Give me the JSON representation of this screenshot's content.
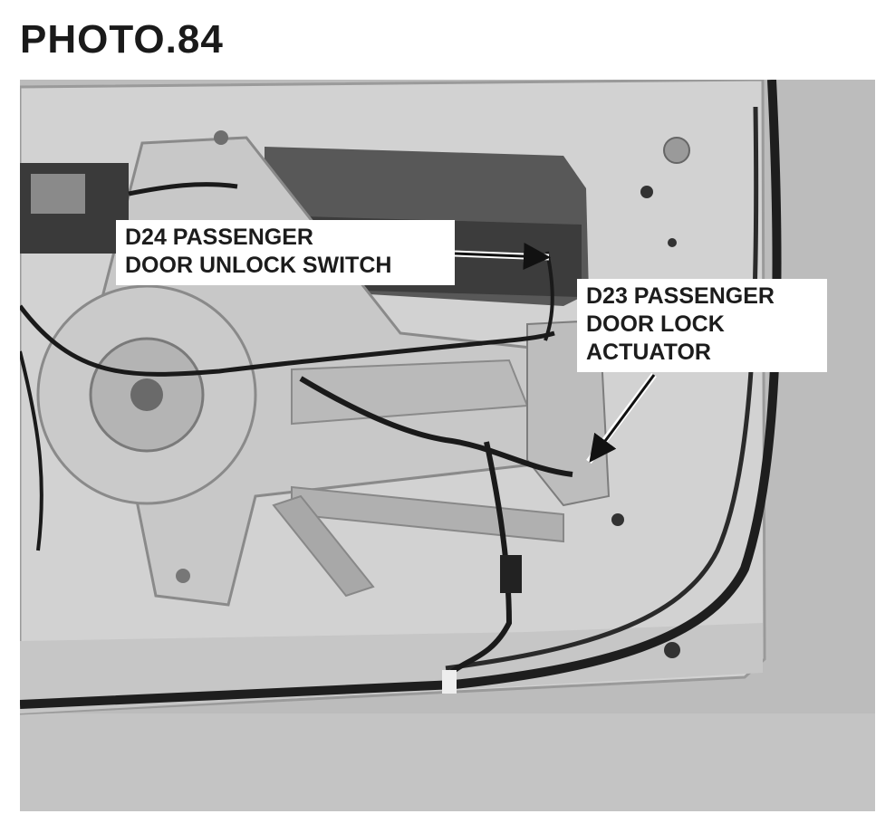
{
  "heading": "PHOTO.84",
  "callouts": {
    "unlock_switch": {
      "line1": "D24 PASSENGER",
      "line2": "DOOR UNLOCK SWITCH"
    },
    "lock_actuator": {
      "line1": "D23 PASSENGER",
      "line2": "DOOR LOCK",
      "line3": "ACTUATOR"
    }
  },
  "colors": {
    "photo_background": "#b9b9b9",
    "door_panel": "#d4d4d4",
    "harness": "#1a1a1a",
    "callout_background": "#ffffff",
    "label_text": "#1c1c1c"
  }
}
